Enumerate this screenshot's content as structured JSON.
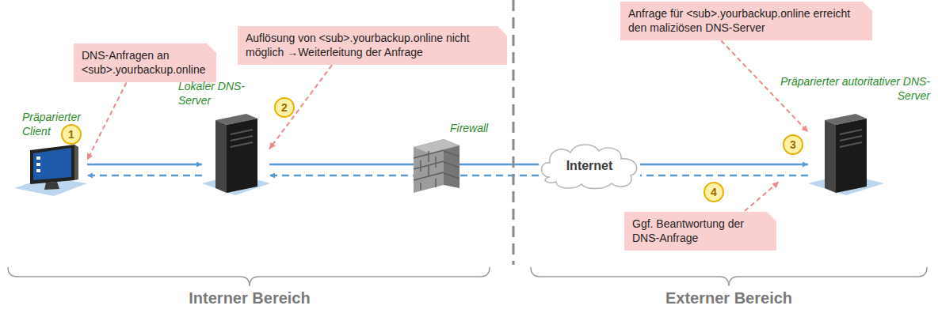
{
  "diagram": {
    "nodes": [
      {
        "text": [
          "DNS-Anfragen an <sub>.yourbackup.online"
        ]
      },
      {
        "text": [
          "Auflösung von <sub>.yourbackup.online nicht möglich →Weiterleitung der Anfrage"
        ]
      },
      {
        "text": [
          "Anfrage für <sub>.yourbackup.online erreicht den maliziösen DNS-Server"
        ]
      },
      {
        "text": [
          "Präparierter Client"
        ]
      },
      {
        "text": [
          "Lokaler DNS-Server"
        ]
      },
      {
        "text": [
          "Firewall"
        ]
      },
      {
        "text": [
          "Internet"
        ]
      },
      {
        "text": [
          "Präparierter autoritativer DNS-Server"
        ]
      },
      {
        "text": [
          "Ggf. Beantwortung der DNS-Anfrage"
        ]
      }
    ],
    "edges": [
      {
        "from": 3,
        "to": 4,
        "arrow": "to"
      },
      {
        "from": 4,
        "to": 3,
        "arrow": "to"
      },
      {
        "from": 4,
        "to": 6,
        "arrow": "none"
      },
      {
        "from": 6,
        "to": 7,
        "arrow": "to"
      },
      {
        "from": 7,
        "to": 6,
        "arrow": "none"
      },
      {
        "from": 6,
        "to": 4,
        "arrow": "to"
      },
      {
        "from": 0,
        "to": 3,
        "arrow": "to"
      },
      {
        "from": 1,
        "to": 4,
        "arrow": "to"
      },
      {
        "from": 2,
        "to": 7,
        "arrow": "to"
      }
    ],
    "labels": [
      "1",
      "2",
      "3",
      "4",
      "Interner Bereich",
      "Externer Bereich"
    ]
  }
}
